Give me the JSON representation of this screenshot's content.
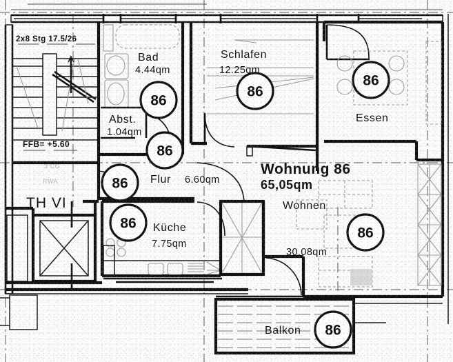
{
  "plan": {
    "unit_label": "Wohnung 86",
    "unit_area": "65,05qm",
    "core_label": "TH VI",
    "stair_note": "2x8 Stg 17.5/26",
    "level_note": "FFB=  +5.60",
    "faint_note_1": "3 CG",
    "faint_note_2": "RWA",
    "badge_number": "86"
  },
  "rooms": [
    {
      "id": "bad",
      "name": "Bad",
      "area": "4.44qm"
    },
    {
      "id": "abst",
      "name": "Abst.",
      "area": "1.04qm"
    },
    {
      "id": "schlafen",
      "name": "Schlafen",
      "area": "12.25qm"
    },
    {
      "id": "essen",
      "name": "Essen",
      "area": ""
    },
    {
      "id": "flur",
      "name": "Flur",
      "area": "6.60qm"
    },
    {
      "id": "kueche",
      "name": "Küche",
      "area": "7.75qm"
    },
    {
      "id": "wohnen",
      "name": "Wohnen",
      "area": "30.08qm"
    },
    {
      "id": "balkon",
      "name": "Balkon",
      "area": ""
    }
  ],
  "badges": [
    {
      "id": "badge-bad",
      "value": "86"
    },
    {
      "id": "badge-abst",
      "value": "86"
    },
    {
      "id": "badge-flur",
      "value": "86"
    },
    {
      "id": "badge-kueche",
      "value": "86"
    },
    {
      "id": "badge-schlafen",
      "value": "86"
    },
    {
      "id": "badge-essen",
      "value": "86"
    },
    {
      "id": "badge-wohnen",
      "value": "86"
    },
    {
      "id": "badge-balkon",
      "value": "86"
    }
  ],
  "colors": {
    "paper": "#fbfbfb",
    "ink": "#111111",
    "furniture": "#9a9a9a",
    "faint": "#b4b4b4"
  }
}
